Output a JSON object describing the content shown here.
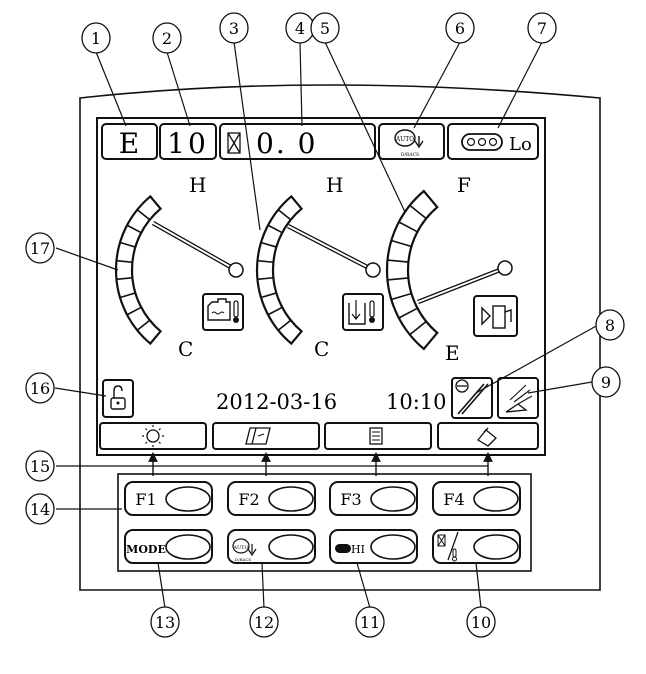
{
  "callouts": [
    "1",
    "2",
    "3",
    "4",
    "5",
    "6",
    "7",
    "8",
    "9",
    "10",
    "11",
    "12",
    "13",
    "14",
    "15",
    "16",
    "17"
  ],
  "display": {
    "mode_letter": "E",
    "mode_value": "10",
    "hour_meter": "0. 0",
    "auto_decel_text": "AUTO",
    "auto_decel_subtext": "D/RACS",
    "travel_speed_label": "Lo",
    "date": "2012-03-16",
    "time": "10:10"
  },
  "gauges": [
    {
      "name": "coolant-temperature",
      "top_label": "H",
      "bottom_label": "C",
      "icon": "engine-coolant-icon"
    },
    {
      "name": "hydraulic-oil-temperature",
      "top_label": "H",
      "bottom_label": "C",
      "icon": "hydraulic-oil-icon"
    },
    {
      "name": "fuel-level",
      "top_label": "F",
      "bottom_label": "E",
      "icon": "fuel-pump-icon"
    }
  ],
  "soft_keys": [
    "sun-settings-icon",
    "manual-book-icon",
    "list-icon",
    "maintenance-icon"
  ],
  "function_buttons": {
    "row1": [
      "F1",
      "F2",
      "F3",
      "F4"
    ],
    "row2": [
      "MODE",
      "AUTO",
      "HI",
      ""
    ]
  },
  "colors": {
    "line": "#111111",
    "background": "#ffffff"
  }
}
